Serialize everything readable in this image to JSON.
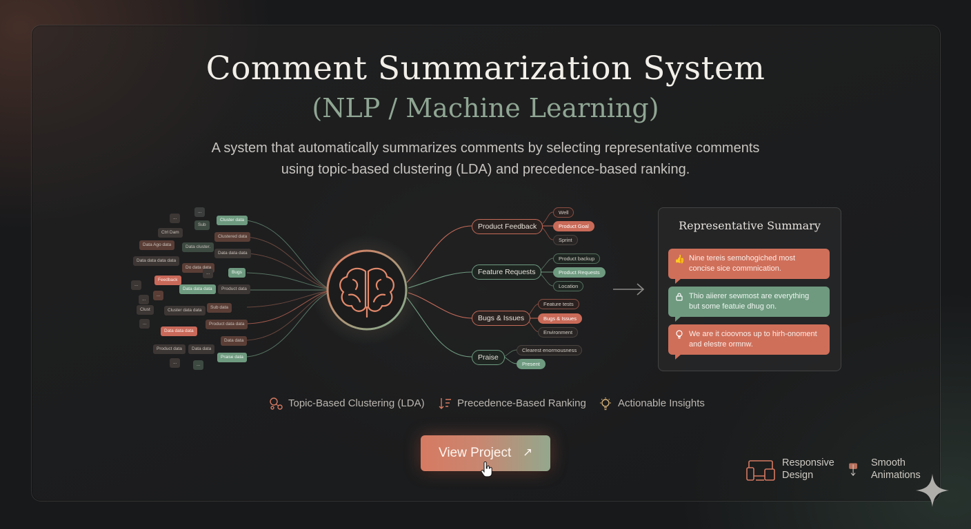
{
  "header": {
    "title": "Comment Summarization System",
    "subtitle": "(NLP / Machine Learning)",
    "description_lines": [
      "A system that automatically summarizes comments by selecting representative comments",
      "using topic-based clustering (LDA) and precedence-based ranking."
    ]
  },
  "comment_bubbles": [
    "...",
    "...",
    "Cluster data",
    "Sub",
    "Clustered data",
    "Ctrl Dam",
    "Data Ago data",
    "Data cluster.",
    "Data data data data",
    "Do data data",
    "Bugs",
    "Data data data",
    "...",
    "Feedback",
    "Data data data",
    "Product data",
    "...",
    "Clust",
    "Cluster data data",
    "Sub data",
    "...",
    "Product data data",
    "Data data data",
    "Data data",
    "Product data",
    "...",
    "Data data",
    "...",
    "Praise data",
    "...",
    "..."
  ],
  "topics": [
    {
      "label": "Product Feedback",
      "leaves": [
        "Well",
        "Product Goal",
        "Sprint"
      ]
    },
    {
      "label": "Feature Requests",
      "leaves": [
        "Product backup",
        "Product Requests",
        "Location"
      ]
    },
    {
      "label": "Bugs & Issues",
      "leaves": [
        "Feature tests",
        "Bugs & Issues",
        "Environment"
      ]
    },
    {
      "label": "Praise",
      "leaves": [
        "Clearest enormousness",
        "Present"
      ]
    }
  ],
  "summary": {
    "title": "Representative Summary",
    "cards": [
      {
        "icon": "thumbs-up-icon",
        "text_lines": [
          "Nine tereis semohogiched most",
          "concise sice commnication."
        ]
      },
      {
        "icon": "lock-icon",
        "text_lines": [
          "Thio aiierer sewmost are everything",
          "but some featuie dhug on."
        ]
      },
      {
        "icon": "bulb-icon",
        "text_lines": [
          "We are it cioovnos up to hirh-onoment",
          "and elestre ormnw."
        ]
      }
    ]
  },
  "features": [
    {
      "icon": "cluster-icon",
      "label": "Topic-Based Clustering (LDA)"
    },
    {
      "icon": "ranking-icon",
      "label": "Precedence-Based Ranking"
    },
    {
      "icon": "lightbulb-icon",
      "label": "Actionable Insights"
    }
  ],
  "cta": {
    "label": "View Project",
    "arrow": "↗"
  },
  "badges": [
    {
      "icon": "devices-icon",
      "label": "Responsive\nDesign"
    },
    {
      "icon": "scroll-icon",
      "label": "Smooth\nAnimations"
    }
  ],
  "colors": {
    "accent_orange": "#cf6f5a",
    "accent_green": "#6f9a80",
    "background": "#18191b"
  }
}
